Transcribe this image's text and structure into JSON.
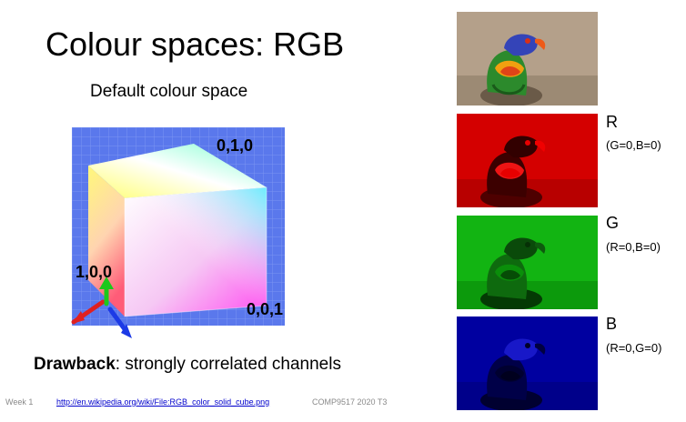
{
  "slide": {
    "title": "Colour spaces: RGB",
    "subtitle": "Default colour space",
    "drawback_label": "Drawback",
    "drawback_text": ": strongly correlated channels"
  },
  "cube": {
    "labels": {
      "top": "0,1,0",
      "left": "1,0,0",
      "right": "0,0,1"
    },
    "axis_colors": {
      "red": "#e02020",
      "green": "#1cc81c",
      "blue": "#1c3ae6"
    },
    "background_color": "#5a78ec"
  },
  "channels": [
    {
      "letter": "R",
      "condition": "(G=0,B=0)",
      "tint": "#d00000"
    },
    {
      "letter": "G",
      "condition": "(R=0,B=0)",
      "tint": "#00b400"
    },
    {
      "letter": "B",
      "condition": "(R=0,G=0)",
      "tint": "#0000a8"
    }
  ],
  "footer": {
    "week": "Week 1",
    "link": "http://en.wikipedia.org/wiki/File:RGB_color_solid_cube.png",
    "course": "COMP9517 2020 T3"
  }
}
